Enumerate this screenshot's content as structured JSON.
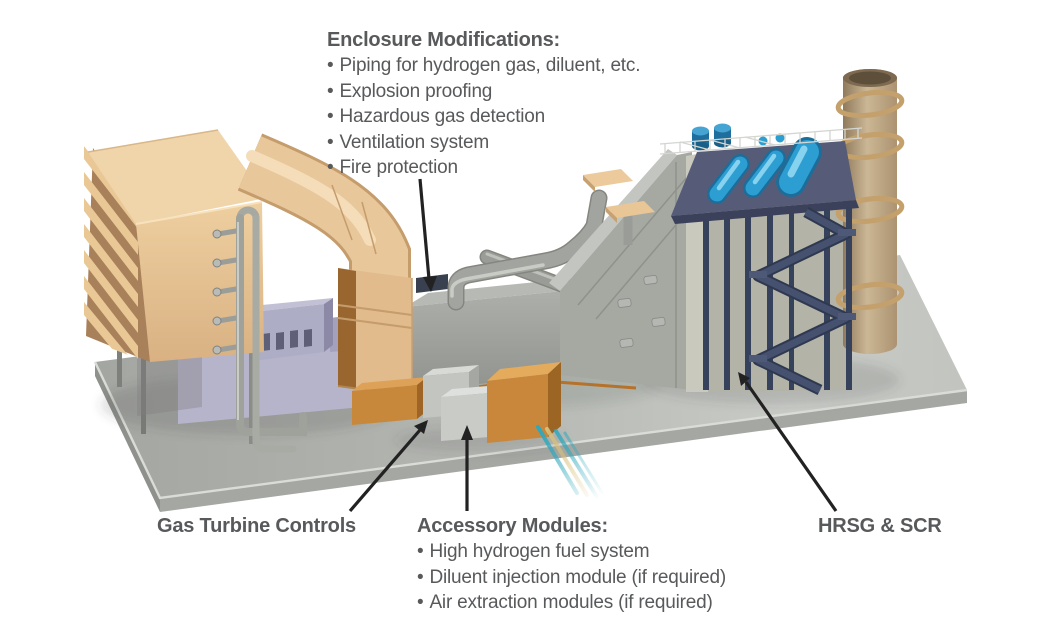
{
  "bullet_char": "•",
  "annotations": {
    "enclosure_modifications": {
      "heading": "Enclosure Modifications:",
      "bullets": [
        "Piping for hydrogen gas, diluent, etc.",
        "Explosion proofing",
        "Hazardous gas detection",
        "Ventilation system",
        "Fire protection"
      ]
    },
    "gas_turbine_controls": {
      "label": "Gas Turbine Controls"
    },
    "accessory_modules": {
      "heading": "Accessory Modules:",
      "bullets": [
        "High hydrogen fuel system",
        "Diluent injection module (if required)",
        "Air extraction modules (if required)"
      ]
    },
    "hrsg_scr": {
      "label": "HRSG & SCR"
    }
  },
  "scene": {
    "components": [
      "air-inlet-filter-house",
      "inlet-duct",
      "turbine-enclosure-lavender",
      "gas-turbine-enclosure",
      "exhaust-transition-wall",
      "gas-turbine-controls-boxes",
      "accessory-module-box",
      "hrsg-with-scr",
      "steam-drums",
      "exhaust-stack",
      "concrete-pad"
    ],
    "colors": {
      "text": "#58595b",
      "arrow": "#222222",
      "tan_light": "#f0d5ab",
      "tan_face": "#e9c79c",
      "tan_dark": "#c59c6c",
      "duct_brown": "#9a6630",
      "gray_enclosure": "#a8aaa6",
      "pad_top": "#b3b5b1",
      "lavender": "#b6b4cb",
      "hrsg_deck": "#565c77",
      "hrsg_column": "#39415c",
      "drum_blue": "#2d9ed2",
      "stack_tan": "#c0ad8c",
      "accessory_orange": "#c9873b",
      "pipe_teal": "#2fa8bc",
      "pipe_yellow": "#d8c07a"
    }
  }
}
